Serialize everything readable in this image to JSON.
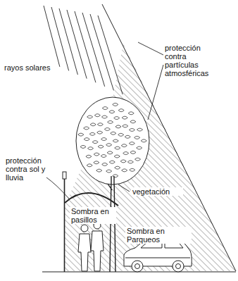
{
  "diagram": {
    "labels": [
      "rayos solares",
      "protección contra partículas atmosféricas",
      "protección contra sol y lluvia",
      "vegetación",
      "Sombra en pasillos",
      "Sombra en Parqueos"
    ]
  }
}
